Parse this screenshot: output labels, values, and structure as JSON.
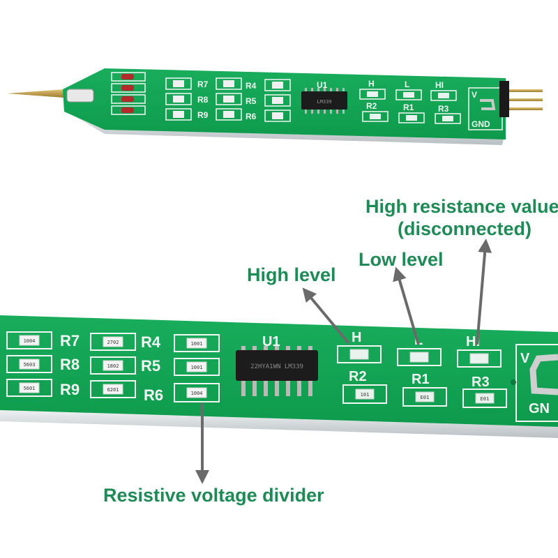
{
  "colors": {
    "pcb_green": "#12a454",
    "pcb_edge": "#d8dde0",
    "silkscreen": "#f4f7f4",
    "callout_text": "#1e8a55",
    "arrow": "#6a6a6a",
    "ic_body": "#1c1c1c",
    "pin_metal": "#b9b9b9",
    "gold_pin": "#c9a24a"
  },
  "board_top": {
    "resistor_labels": [
      "R7",
      "R4",
      "R8",
      "R5",
      "R9",
      "R6"
    ],
    "ic_label": "U1",
    "ic_marking": "LM339",
    "led_labels": [
      "H",
      "L",
      "HI"
    ],
    "led_resistor_labels": [
      "R2",
      "R1",
      "R3"
    ],
    "header_labels": [
      "V",
      "GND"
    ]
  },
  "board_bottom": {
    "resistor_labels": [
      "R7",
      "R4",
      "R8",
      "R5",
      "R9",
      "R6"
    ],
    "resistor_markings": [
      "1004",
      "2702",
      "1001",
      "5603",
      "1802",
      "1001",
      "5601",
      "6201",
      "1004"
    ],
    "ic_label": "U1",
    "ic_marking": "22HYA1WN LM339",
    "led_labels": [
      "H",
      "L",
      "HI"
    ],
    "led_resistor_labels": [
      "R2",
      "R1",
      "R3"
    ],
    "led_resistor_markings": [
      "101",
      "E01",
      "E01"
    ],
    "header_labels": [
      "V",
      "GN"
    ]
  },
  "callouts": {
    "high_resistance_line1": "High resistance value",
    "high_resistance_line2": "(disconnected)",
    "low_level": "Low level",
    "high_level": "High level",
    "divider": "Resistive voltage divider"
  }
}
